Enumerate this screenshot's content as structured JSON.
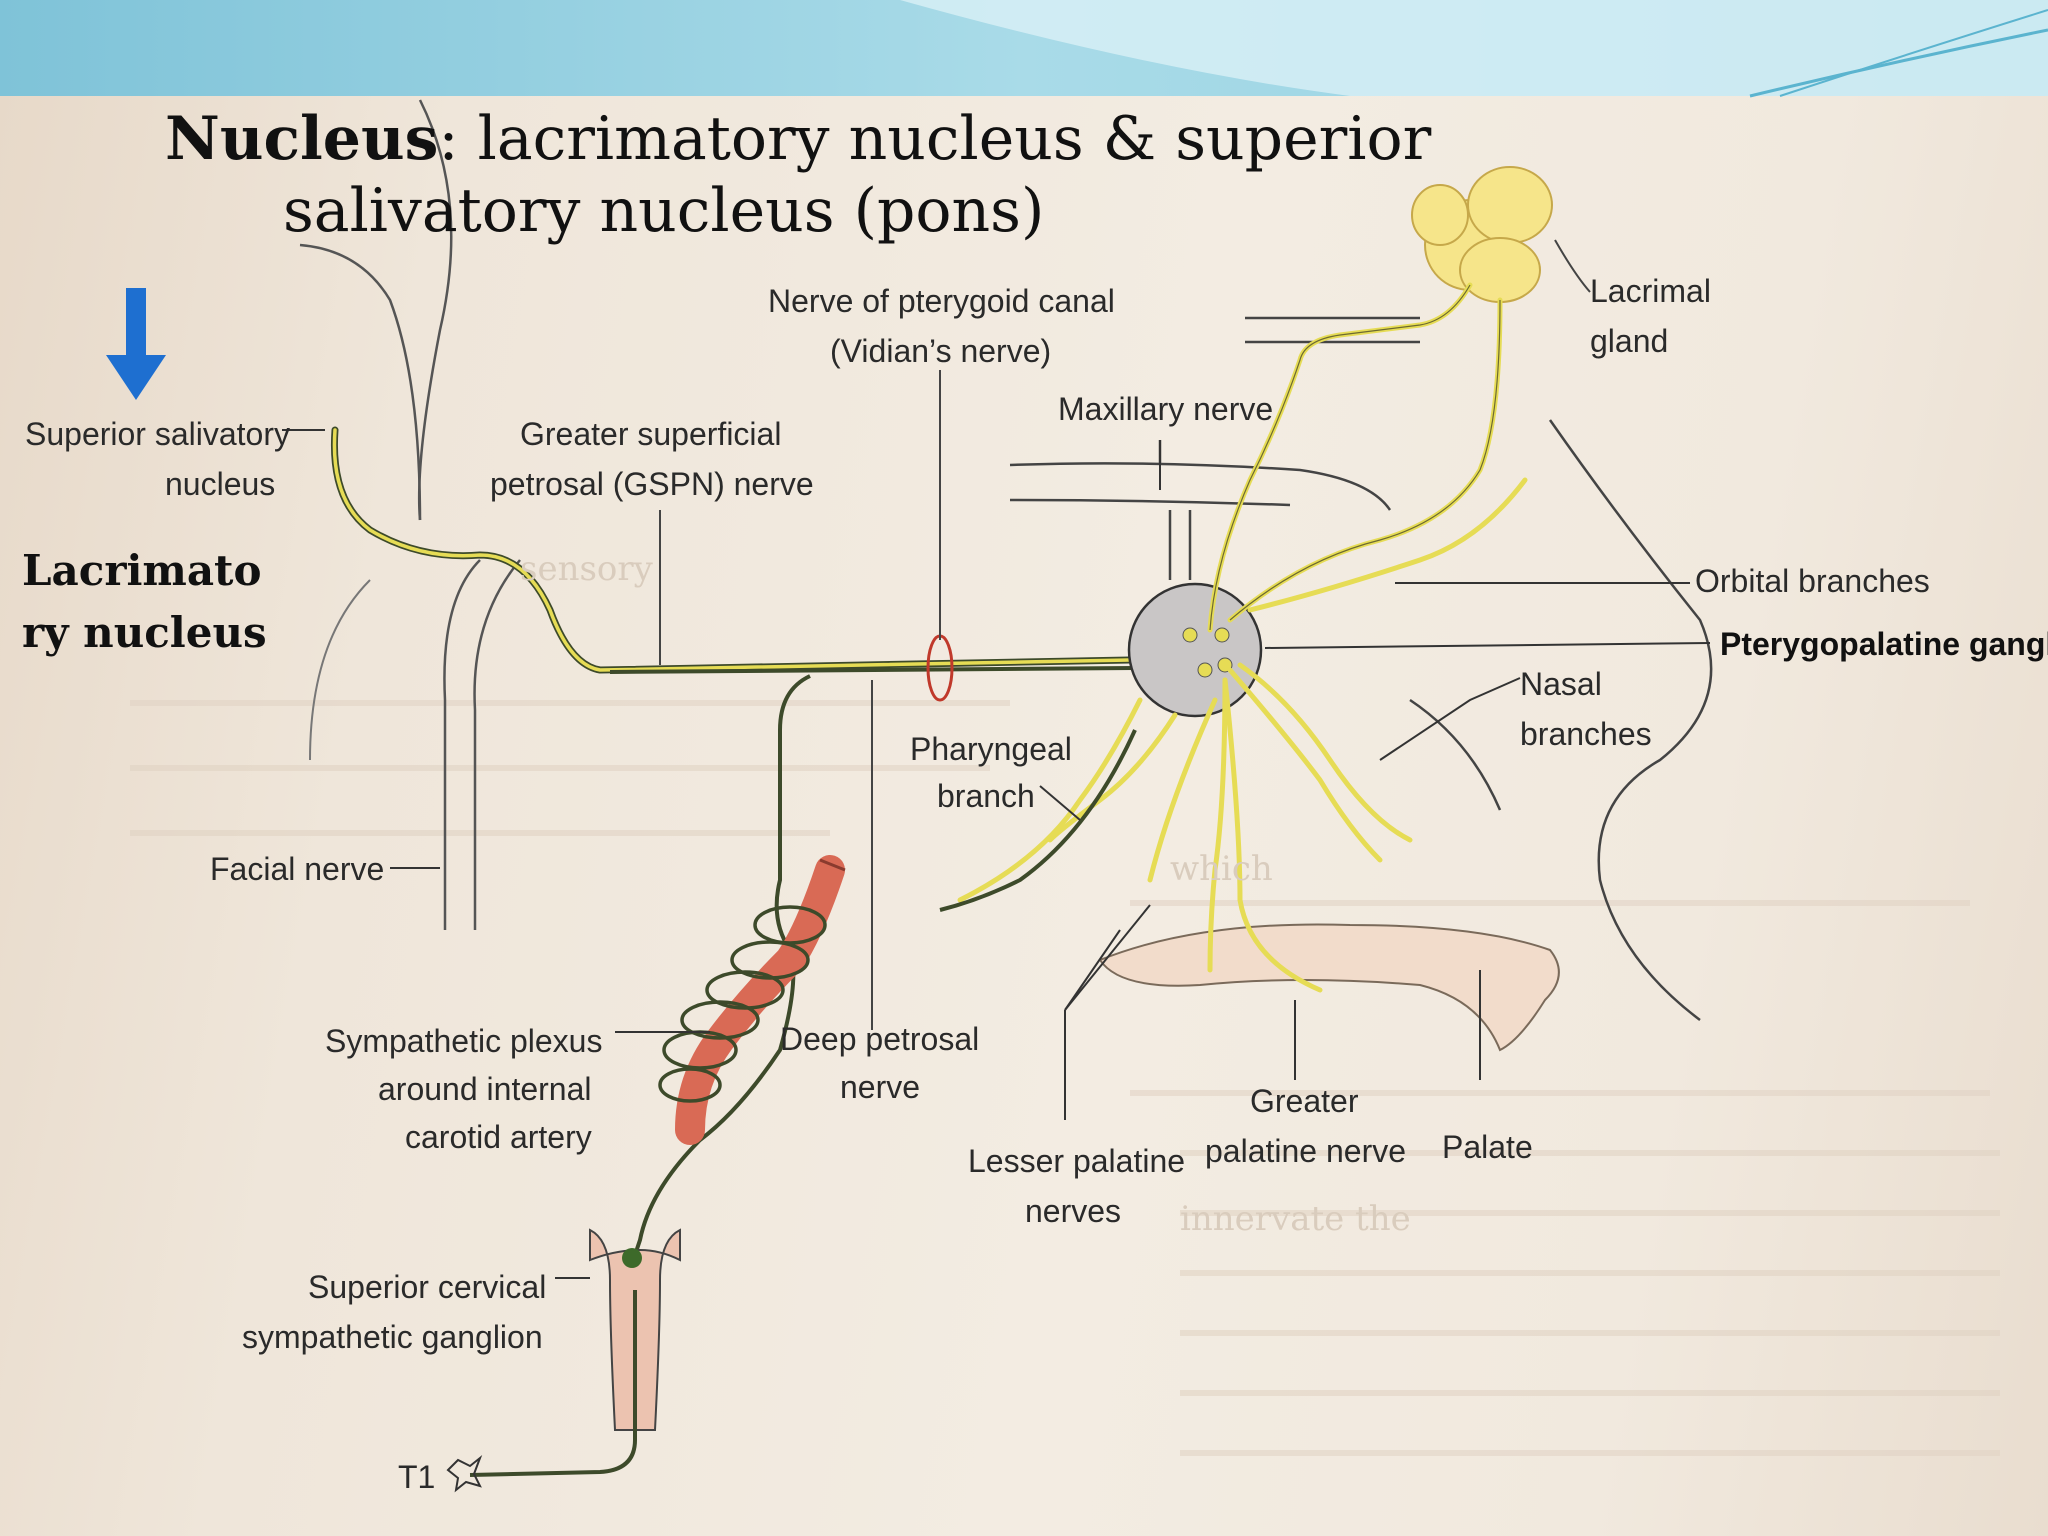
{
  "slide": {
    "title_bold": "Nucleus",
    "title_rest": ": lacrimatory nucleus & superior",
    "title_line2": "salivatory nucleus (pons)",
    "side_label_line1": "Lacrimato",
    "side_label_line2": "ry nucleus",
    "arrow_color": "#1e6fd0",
    "header_color": "#8fcfe0"
  },
  "diagram": {
    "labels": {
      "superior_salivatory_1": "Superior salivatory",
      "superior_salivatory_2": "nucleus",
      "greater_superficial_1": "Greater superficial",
      "greater_superficial_2": "petrosal (GSPN) nerve",
      "pterygoid_canal_1": "Nerve of pterygoid canal",
      "pterygoid_canal_2": "(Vidian’s nerve)",
      "maxillary": "Maxillary nerve",
      "lacrimal_1": "Lacrimal",
      "lacrimal_2": "gland",
      "orbital": "Orbital branches",
      "pterygopalatine": "Pterygopalatine ganglic",
      "nasal_1": "Nasal",
      "nasal_2": "branches",
      "pharyngeal_1": "Pharyngeal",
      "pharyngeal_2": "branch",
      "facial": "Facial nerve",
      "sympathetic_1": "Sympathetic plexus",
      "sympathetic_2": "around internal",
      "sympathetic_3": "carotid artery",
      "deep_petrosal_1": "Deep petrosal",
      "deep_petrosal_2": "nerve",
      "greater_palatine_1": "Greater",
      "greater_palatine_2": "palatine nerve",
      "palate": "Palate",
      "lesser_palatine_1": "Lesser palatine",
      "lesser_palatine_2": "nerves",
      "superior_cervical_1": "Superior cervical",
      "superior_cervical_2": "sympathetic ganglion",
      "t1": "T1"
    },
    "colors": {
      "nerve_yellow": "#e6dc55",
      "nerve_dark": "#3d4a2a",
      "artery": "#d96a55",
      "ganglion": "#c9c6c6",
      "gland": "#f6e58a",
      "palate": "#f2dccb",
      "vidian_ring": "#c0392b"
    }
  }
}
